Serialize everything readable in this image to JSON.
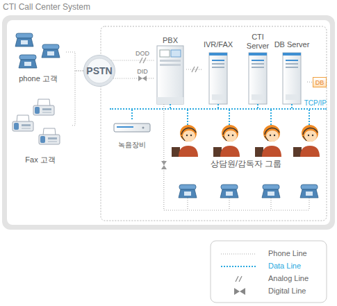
{
  "diagram": {
    "title": "CTI Call Center System",
    "nodes": [
      {
        "text": [
          "phone 고객"
        ]
      },
      {
        "text": [
          "Fax 고객"
        ]
      },
      {
        "text": [
          "PSTN"
        ]
      },
      {
        "text": [
          "PBX"
        ]
      },
      {
        "text": [
          "IVR/FAX"
        ]
      },
      {
        "text": [
          "CTI Server"
        ]
      },
      {
        "text": [
          "DB Server"
        ]
      },
      {
        "text": [
          "DB"
        ]
      },
      {
        "text": [
          "TCP/IP"
        ]
      },
      {
        "text": [
          "녹음장비"
        ]
      },
      {
        "text": [
          "상담원/감독자 그룹"
        ]
      }
    ],
    "edges": [
      {
        "from": 0,
        "to": 2,
        "arrow": "none"
      },
      {
        "from": 1,
        "to": 2,
        "arrow": "none"
      },
      {
        "from": 2,
        "to": 3,
        "label": "DOD",
        "arrow": "none"
      },
      {
        "from": 2,
        "to": 3,
        "label": "DID",
        "arrow": "none"
      },
      {
        "from": 3,
        "to": 4,
        "arrow": "none"
      },
      {
        "from": 6,
        "to": 7,
        "arrow": "none"
      },
      {
        "from": 3,
        "to": 8,
        "arrow": "none"
      },
      {
        "from": 4,
        "to": 8,
        "arrow": "none"
      },
      {
        "from": 5,
        "to": 8,
        "arrow": "none"
      },
      {
        "from": 6,
        "to": 8,
        "arrow": "none"
      },
      {
        "from": 9,
        "to": 8,
        "arrow": "none"
      },
      {
        "from": 10,
        "to": 8,
        "arrow": "none"
      },
      {
        "from": 3,
        "to": 10,
        "arrow": "none"
      }
    ],
    "legend": [
      {
        "text": "Phone Line"
      },
      {
        "text": "Data Line"
      },
      {
        "text": "Analog Line"
      },
      {
        "text": "Digital Line"
      }
    ]
  }
}
